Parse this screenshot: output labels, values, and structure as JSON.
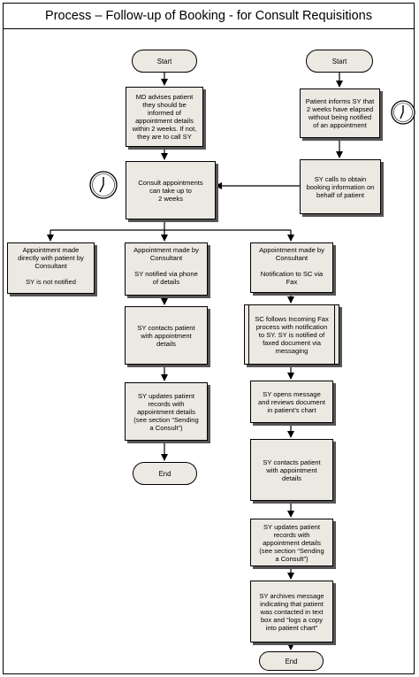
{
  "title": "Process – Follow-up of Booking - for Consult Requisitions",
  "nodes": {
    "start_left": "Start",
    "start_right": "Start",
    "md_advises": "MD advises patient\nthey should be\ninformed of\nappointment details\nwithin 2 weeks.  If not,\nthey are to call SY",
    "patient_informs": "Patient informs SY that\n2 weeks have elapsed\nwithout being notified\nof an appointment",
    "consult_2weeks": "Consult appointments\ncan take up to\n2 weeks",
    "sy_calls": "SY calls to obtain\nbooking information on\nbehalf of patient",
    "appt_direct": "Appointment made\ndirectly with patient by\nConsultant\n\nSY is not notified",
    "appt_phone": "Appointment made by\nConsultant\n\nSY notified via phone\nof details",
    "appt_fax": "Appointment made by\nConsultant\n\nNotification to SC  via\nFax",
    "sy_contacts_1": "SY  contacts patient\nwith appointment\ndetails",
    "sc_follows": "SC follows Incoming Fax\nprocess with  notification\nto SY. SY is notified of\nfaxed document via\nmessaging",
    "sy_updates_1": "SY  updates patient\nrecords with\nappointment details\n(see section “Sending\na Consult”)",
    "sy_opens": "SY opens message\nand reviews document\nin patient’s chart",
    "end_left": "End",
    "sy_contacts_2": "SY  contacts patient\nwith appointment\ndetails",
    "sy_updates_2": "SY  updates patient\nrecords with\nappointment details\n(see section “Sending\na Consult”)",
    "sy_archives": "SY archives message\nindicating that patient\nwas contacted in text\nbox and “logs a copy\ninto patient chart”",
    "end_right": "End"
  },
  "icons": [
    "clock-icon",
    "clock-icon"
  ]
}
